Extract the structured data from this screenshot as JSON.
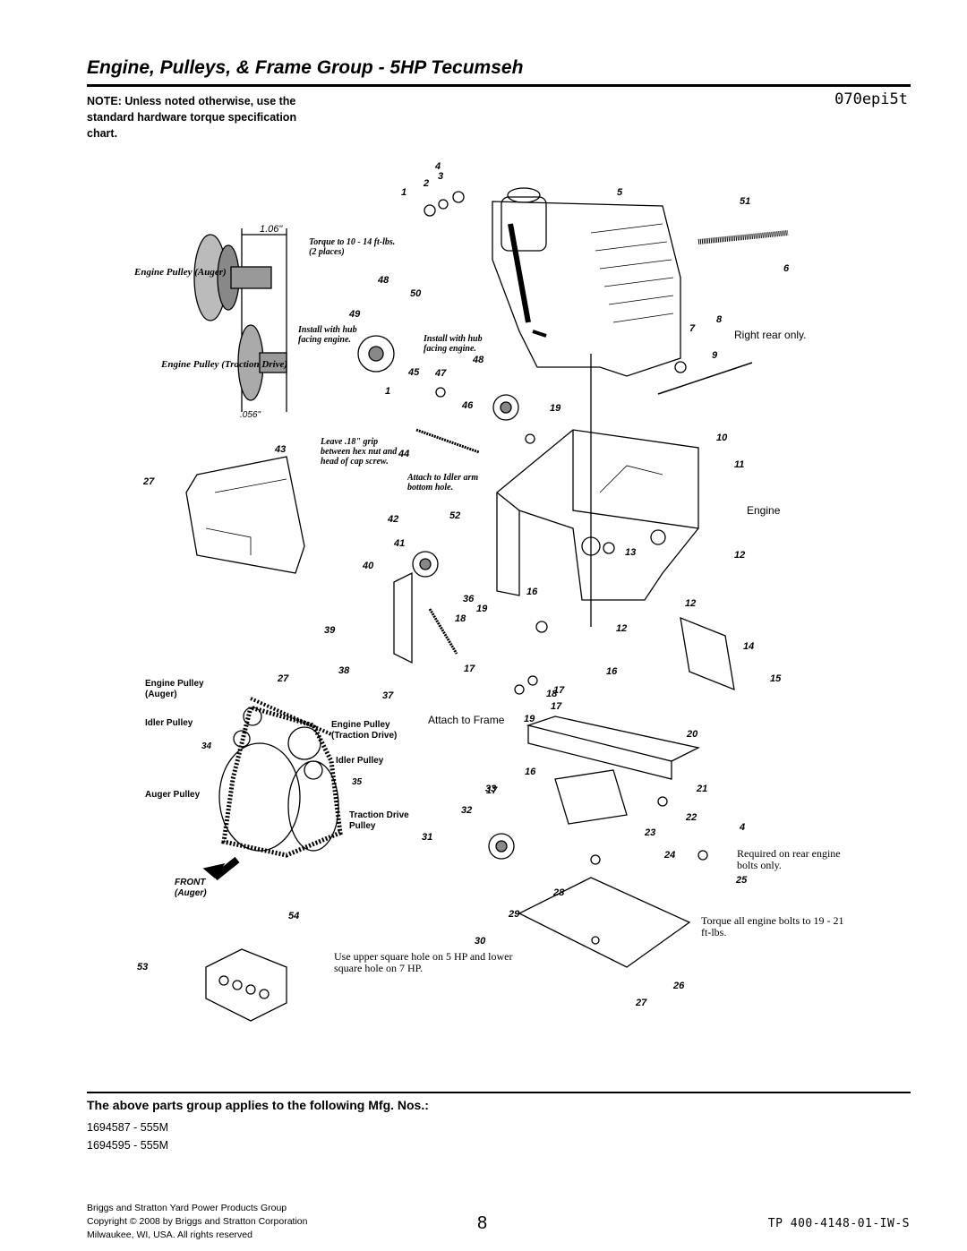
{
  "header": {
    "title": "Engine, Pulleys, & Frame Group - 5HP Tecumseh",
    "note": "NOTE: Unless noted otherwise, use the standard hardware torque specification chart.",
    "diagram_code": "070epi5t"
  },
  "diagram": {
    "pulley_dims": {
      "top_dim": "1.06\"",
      "bottom_dim": ".056\"",
      "engine_pulley_auger": "Engine Pulley (Auger)",
      "engine_pulley_traction": "Engine Pulley (Traction Drive)"
    },
    "annotations": {
      "torque": "Torque to 10 - 14 ft-lbs. (2 places)",
      "install_hub_1": "Install with hub facing engine.",
      "install_hub_2": "Install with hub facing engine.",
      "leave_grip": "Leave .18\" grip between hex nut and head of cap screw.",
      "attach_idler": "Attach to Idler arm bottom hole.",
      "right_rear": "Right rear only.",
      "engine": "Engine",
      "attach_frame": "Attach to Frame",
      "required_rear": "Required on rear engine bolts only.",
      "torque_all": "Torque all engine bolts to 19 - 21 ft-lbs.",
      "square_hole": "Use upper square hole on 5 HP and lower square hole on 7 HP."
    },
    "belt_labels": {
      "engine_pulley_auger": "Engine Pulley (Auger)",
      "idler_pulley_1": "Idler Pulley",
      "engine_pulley_traction": "Engine Pulley (Traction Drive)",
      "idler_pulley_2": "Idler Pulley",
      "auger_pulley": "Auger Pulley",
      "traction_drive_pulley": "Traction Drive Pulley",
      "front": "FRONT (Auger)",
      "n34": "34",
      "n35": "35"
    },
    "part_numbers": [
      "1",
      "2",
      "3",
      "4",
      "5",
      "51",
      "6",
      "7",
      "8",
      "9",
      "10",
      "11",
      "12",
      "12",
      "12",
      "13",
      "14",
      "15",
      "16",
      "16",
      "16",
      "17",
      "17",
      "17",
      "17",
      "18",
      "18",
      "19",
      "19",
      "19",
      "20",
      "21",
      "22",
      "23",
      "24",
      "25",
      "26",
      "27",
      "27",
      "27",
      "28",
      "29",
      "30",
      "31",
      "32",
      "33",
      "36",
      "37",
      "38",
      "39",
      "40",
      "41",
      "42",
      "43",
      "44",
      "45",
      "46",
      "47",
      "48",
      "48",
      "49",
      "50",
      "52",
      "53",
      "54",
      "4",
      "1"
    ]
  },
  "applies": {
    "heading": "The above parts group applies to the following Mfg. Nos.:",
    "mfg_numbers": [
      "1694587 - 555M",
      "1694595 - 555M"
    ]
  },
  "footer": {
    "company": "Briggs and Stratton Yard Power Products Group",
    "copyright": "Copyright © 2008 by Briggs and Stratton Corporation",
    "location": "Milwaukee, WI, USA. All rights reserved",
    "page_number": "8",
    "tp_number": "TP 400-4148-01-IW-S"
  }
}
